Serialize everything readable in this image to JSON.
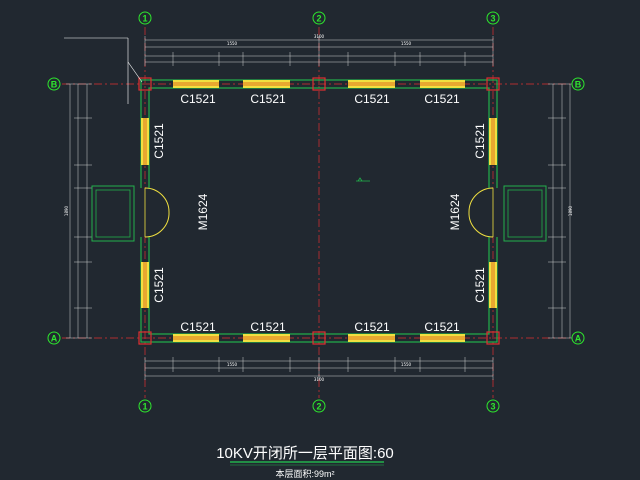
{
  "axes": {
    "col_1": "1",
    "col_2": "2",
    "col_3": "3",
    "row_a": "A",
    "row_b": "B"
  },
  "windows": {
    "top": [
      "C1521",
      "C1521",
      "C1521",
      "C1521"
    ],
    "bottom": [
      "C1521",
      "C1521",
      "C1521",
      "C1521"
    ],
    "left": [
      "C1521",
      "C1521"
    ],
    "right": [
      "C1521",
      "C1521"
    ]
  },
  "doors": {
    "left": "M1624",
    "right": "M1624"
  },
  "dims": {
    "total_width": "3100",
    "half_left": "1550",
    "half_right": "1550",
    "total_height": "1890"
  },
  "title": {
    "main": "10KV开闭所一层平面图:60",
    "sub": "本层面积:99m²"
  },
  "colors": {
    "background": "#212830",
    "wall": "#22b14c",
    "axis": "#2ee62e",
    "grid": "#e03030",
    "window_fill": "#f0e040",
    "window_stripe": "#e07020",
    "door": "#f0e040",
    "column": "#e03030",
    "text": "#ffffff"
  }
}
